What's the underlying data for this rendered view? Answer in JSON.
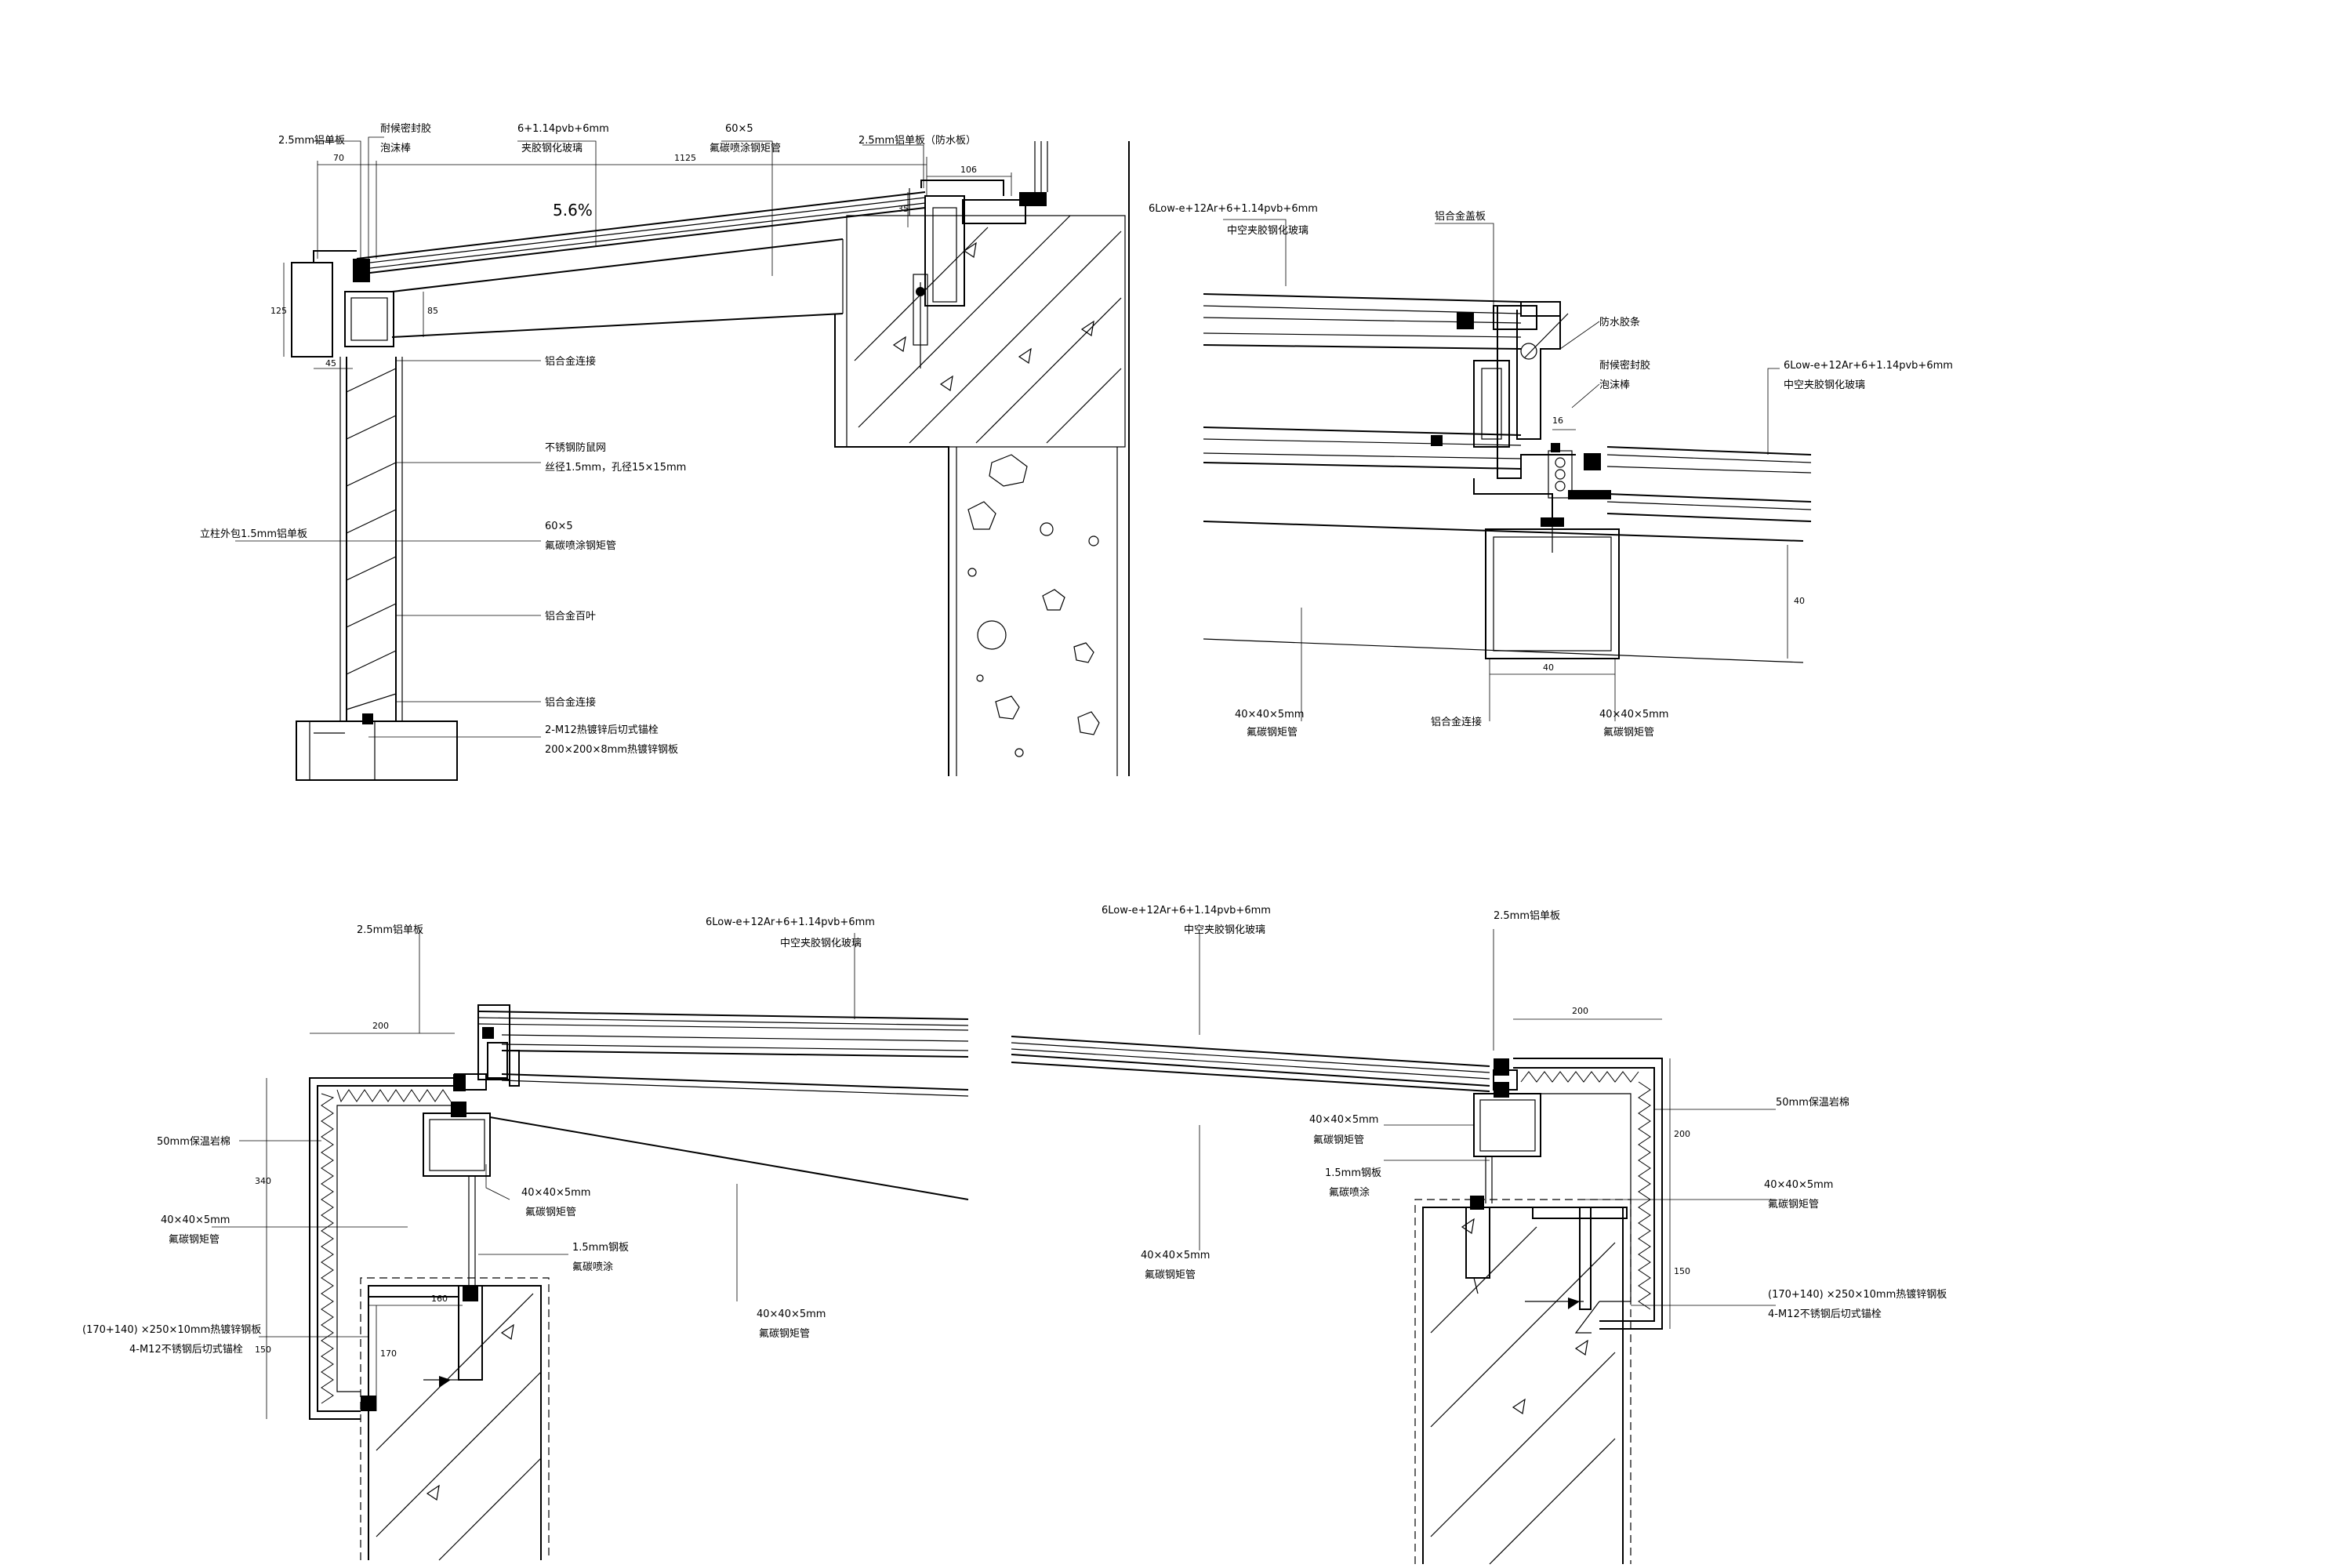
{
  "detail_a": {
    "labels": {
      "panel_25": "2.5mm铝单板",
      "sealant": "耐候密封胶",
      "foam_rod": "泡沫棒",
      "glass": "6+1.14pvb+6mm",
      "glass_name": "夹胶钢化玻璃",
      "tube_60": "60×5",
      "tube_60_name": "氟碳喷涂钢矩管",
      "panel_25_right": "2.5mm铝单板（防水板）",
      "slope": "5.6%",
      "alu_connector": "铝合金连接",
      "mesh": "不锈钢防鼠网",
      "mesh_spec": "丝径1.5mm，孔径15×15mm",
      "side_panel": "立柱外包1.5mm铝单板",
      "tube_60b": "60×5",
      "tube_60b_name": "氟碳喷涂钢矩管",
      "louver": "铝合金百叶",
      "alu_connector_b": "铝合金连接",
      "anchor": "2-M12热镀锌后切式锚栓",
      "plate": "200×200×8mm热镀锌钢板"
    },
    "dims": {
      "d70": "70",
      "d1125": "1125",
      "d106": "106",
      "d35": "35",
      "d125": "125",
      "d45": "45",
      "d85": "85"
    }
  },
  "detail_b": {
    "labels": {
      "glass_top": "6Low-e+12Ar+6+1.14pvb+6mm",
      "glass_top_name": "中空夹胶钢化玻璃",
      "alu_cover": "铝合金盖板",
      "waterproof": "防水胶条",
      "sealant": "耐候密封胶",
      "foam_rod": "泡沫棒",
      "glass_right": "6Low-e+12Ar+6+1.14pvb+6mm",
      "glass_right_name": "中空夹胶钢化玻璃",
      "tube_left": "40×40×5mm",
      "tube_left_name": "氟碳钢矩管",
      "alu_connector": "铝合金连接",
      "tube_right": "40×40×5mm",
      "tube_right_name": "氟碳钢矩管"
    },
    "dims": {
      "d16": "16",
      "d40h": "40",
      "d40v": "40"
    }
  },
  "detail_c": {
    "labels": {
      "panel_25": "2.5mm铝单板",
      "glass": "6Low-e+12Ar+6+1.14pvb+6mm",
      "glass_name": "中空夹胶钢化玻璃",
      "insulation": "50mm保温岩棉",
      "tube_a": "40×40×5mm",
      "tube_a_name": "氟碳钢矩管",
      "tube_b": "40×40×5mm",
      "tube_b_name": "氟碳钢矩管",
      "plate_15": "1.5mm钢板",
      "plate_15_name": "氟碳喷涂",
      "embed": "(170+140) ×250×10mm热镀锌钢板",
      "anchor": "4-M12不锈钢后切式锚栓",
      "tube_c": "40×40×5mm",
      "tube_c_name": "氟碳钢矩管"
    },
    "dims": {
      "d200": "200",
      "d340": "340",
      "d150": "150",
      "d160": "160",
      "d170": "170"
    }
  },
  "detail_d": {
    "labels": {
      "glass": "6Low-e+12Ar+6+1.14pvb+6mm",
      "glass_name": "中空夹胶钢化玻璃",
      "panel_25": "2.5mm铝单板",
      "insulation": "50mm保温岩棉",
      "tube_a": "40×40×5mm",
      "tube_a_name": "氟碳钢矩管",
      "plate_15": "1.5mm钢板",
      "plate_15_name": "氟碳喷涂",
      "tube_b": "40×40×5mm",
      "tube_b_name": "氟碳钢矩管",
      "tube_c": "40×40×5mm",
      "tube_c_name": "氟碳钢矩管",
      "embed": "(170+140) ×250×10mm热镀锌钢板",
      "anchor": "4-M12不锈钢后切式锚栓"
    },
    "dims": {
      "d200": "200",
      "d200v": "200",
      "d150": "150"
    }
  }
}
